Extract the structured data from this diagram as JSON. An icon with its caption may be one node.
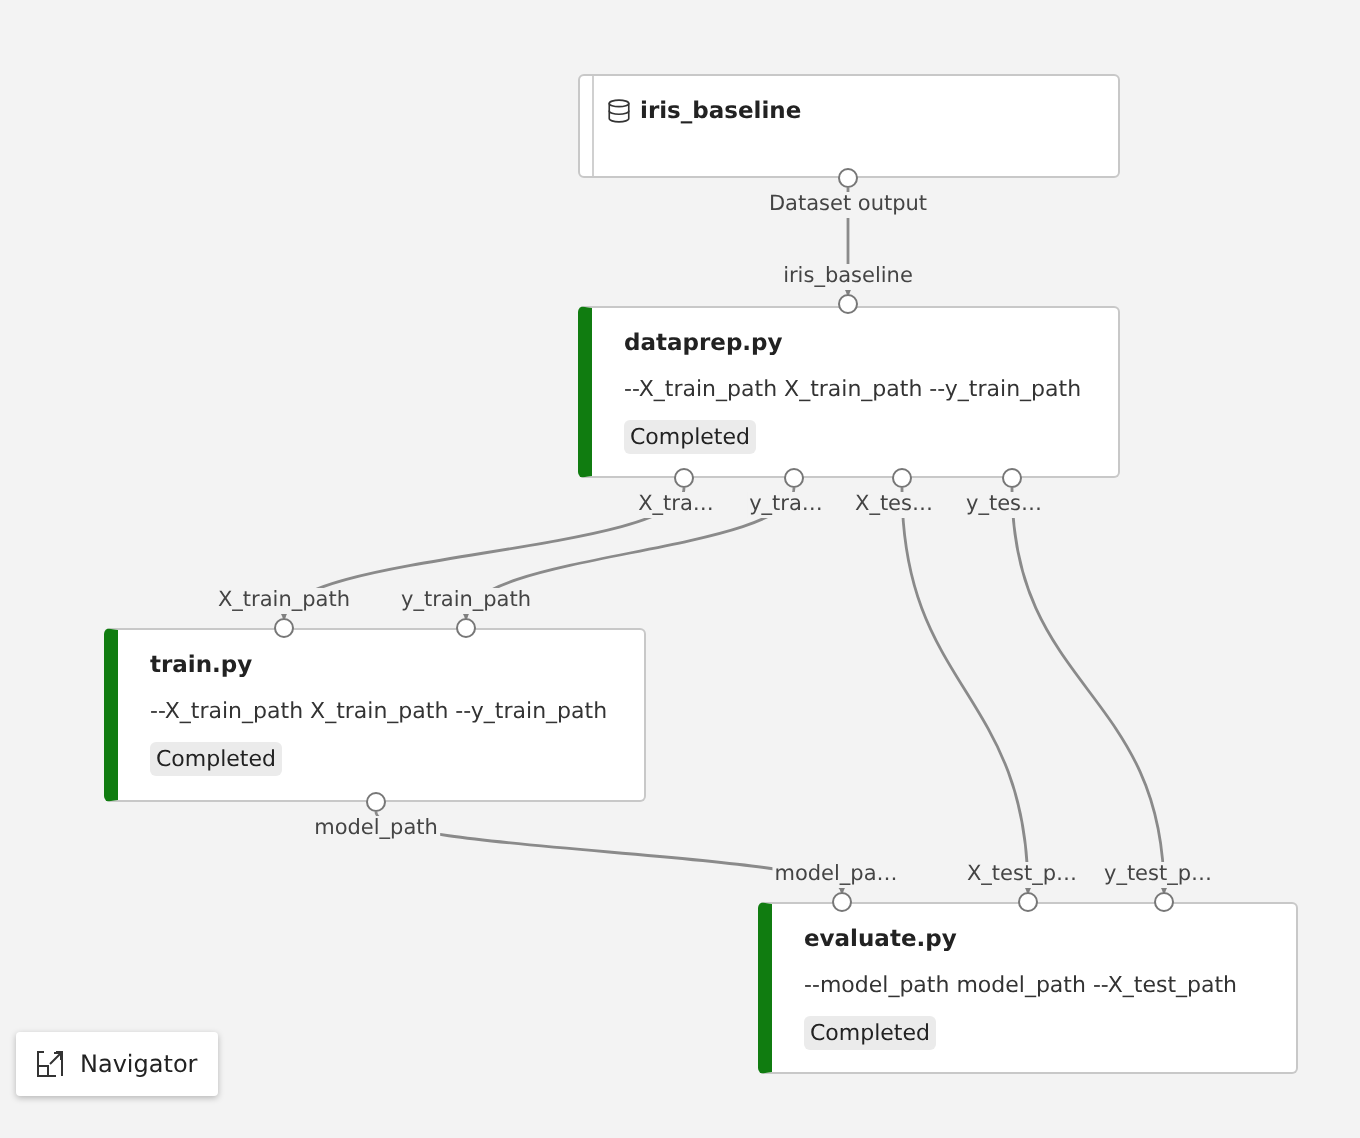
{
  "diagram": {
    "nodes": [
      {
        "text": [
          "iris_baseline"
        ]
      },
      {
        "text": [],
        "shape": "circle",
        "beside": [
          "Dataset output"
        ]
      },
      {
        "text": [],
        "shape": "circle",
        "beside": [
          "iris_baseline"
        ]
      },
      {
        "text": [
          "dataprep.py",
          "--X_train_path X_train_path --y_train_path",
          "Completed"
        ]
      },
      {
        "text": [],
        "shape": "circle",
        "beside": [
          "X_tra…"
        ]
      },
      {
        "text": [],
        "shape": "circle",
        "beside": [
          "y_tra…"
        ]
      },
      {
        "text": [],
        "shape": "circle",
        "beside": [
          "X_tes…"
        ]
      },
      {
        "text": [],
        "shape": "circle",
        "beside": [
          "y_tes…"
        ]
      },
      {
        "text": [],
        "shape": "circle",
        "beside": [
          "X_train_path"
        ]
      },
      {
        "text": [],
        "shape": "circle",
        "beside": [
          "y_train_path"
        ]
      },
      {
        "text": [
          "train.py",
          "--X_train_path X_train_path --y_train_path",
          "Completed"
        ]
      },
      {
        "text": [],
        "shape": "circle",
        "beside": [
          "model_path"
        ]
      },
      {
        "text": [],
        "shape": "circle",
        "beside": [
          "model_pa…"
        ]
      },
      {
        "text": [],
        "shape": "circle",
        "beside": [
          "X_test_p…"
        ]
      },
      {
        "text": [],
        "shape": "circle",
        "beside": [
          "y_test_p…"
        ]
      },
      {
        "text": [
          "evaluate.py",
          "--model_path model_path --X_test_path",
          "Completed"
        ]
      }
    ],
    "edges": [
      {
        "from": 1,
        "to": 2,
        "arrow": "to"
      },
      {
        "from": 4,
        "to": 8,
        "arrow": "to"
      },
      {
        "from": 5,
        "to": 9,
        "arrow": "to"
      },
      {
        "from": 11,
        "to": 12,
        "arrow": "to"
      },
      {
        "from": 6,
        "to": 13,
        "arrow": "to"
      },
      {
        "from": 7,
        "to": 14,
        "arrow": "to"
      }
    ],
    "labels": [
      "Navigator"
    ]
  }
}
